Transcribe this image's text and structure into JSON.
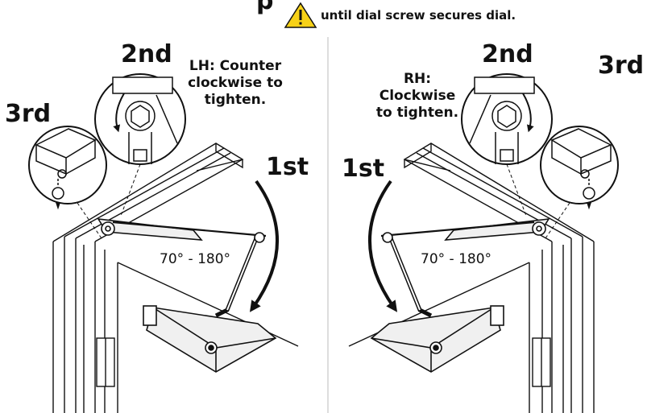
{
  "header": {
    "title_fragment": "p",
    "warning_icon": "warning-triangle-icon",
    "warning_text": "until dial screw secures dial."
  },
  "left": {
    "step_2": "2nd",
    "step_3": "3rd",
    "step_1": "1st",
    "instruction": "LH: Counter clockwise to tighten.",
    "angle": "70° - 180°"
  },
  "right": {
    "step_2": "2nd",
    "step_3": "3rd",
    "step_1": "1st",
    "instruction": "RH: Clockwise to tighten.",
    "angle": "70° - 180°"
  },
  "colors": {
    "line": "#111111",
    "warning_fill": "#f7d117",
    "door_fill": "#ffffff",
    "closer_fill": "#f0f0f0"
  }
}
